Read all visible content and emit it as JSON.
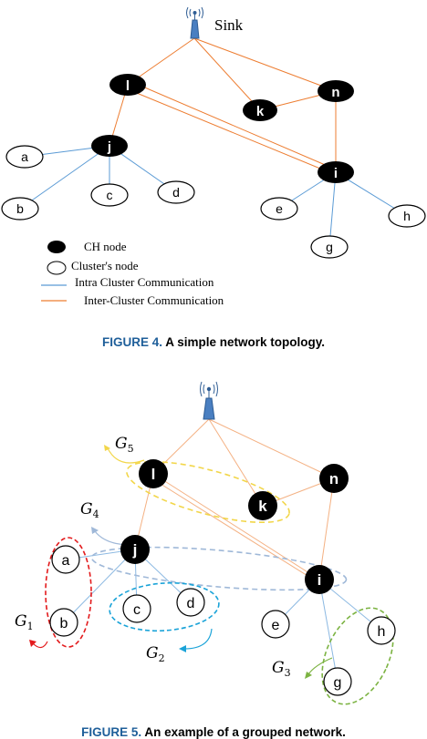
{
  "figure4": {
    "sink_label": "Sink",
    "nodes": {
      "l": "l",
      "k": "k",
      "n": "n",
      "j": "j",
      "i": "i",
      "a": "a",
      "b": "b",
      "c": "c",
      "d": "d",
      "e": "e",
      "g": "g",
      "h": "h"
    },
    "legend": {
      "ch": "CH node",
      "member": "Cluster's node",
      "intra": "Intra Cluster Communication",
      "inter": "Inter-Cluster Communication"
    },
    "caption_label": "FIGURE 4.",
    "caption_text": "A simple network topology."
  },
  "figure5": {
    "nodes": {
      "l": "l",
      "k": "k",
      "n": "n",
      "j": "j",
      "i": "i",
      "a": "a",
      "b": "b",
      "c": "c",
      "d": "d",
      "e": "e",
      "g": "g",
      "h": "h"
    },
    "groups": {
      "G1": {
        "base": "G",
        "sub": "1"
      },
      "G2": {
        "base": "G",
        "sub": "2"
      },
      "G3": {
        "base": "G",
        "sub": "3"
      },
      "G4": {
        "base": "G",
        "sub": "4"
      },
      "G5": {
        "base": "G",
        "sub": "5"
      }
    },
    "caption_label": "FIGURE 5.",
    "caption_text": "An example of a grouped network."
  },
  "colors": {
    "intra": "#5b9bd5",
    "inter": "#ed7d31",
    "ch": "#000000",
    "caption_label": "#1f5f9a",
    "g1": "#e31a1c",
    "g2": "#1aa3d8",
    "g3": "#7cb342",
    "g4": "#9fb8d8",
    "g5": "#f2d649"
  }
}
